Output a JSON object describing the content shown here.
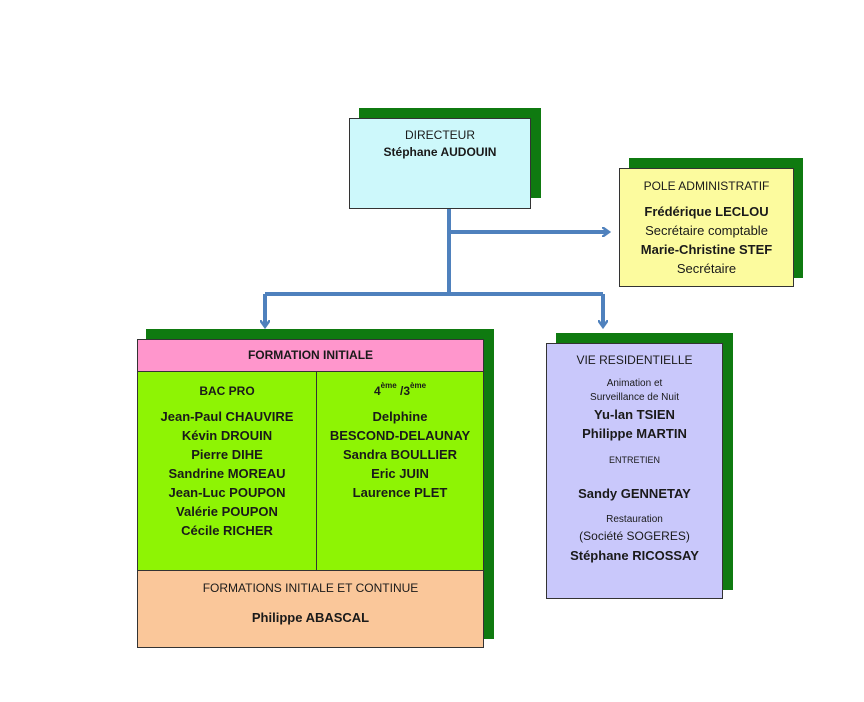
{
  "directeur": {
    "title": "DIRECTEUR",
    "name": "Stéphane AUDOUIN"
  },
  "pole_administratif": {
    "title": "POLE ADMINISTRATIF",
    "staff": [
      {
        "name": "Frédérique LECLOU",
        "role": "Secrétaire comptable"
      },
      {
        "name": "Marie-Christine STEF",
        "role": "Secrétaire"
      }
    ]
  },
  "formation_initiale": {
    "title": "FORMATION INITIALE",
    "bac_pro": {
      "title": "BAC PRO",
      "members": [
        "Jean-Paul CHAUVIRE",
        "Kévin DROUIN",
        "Pierre DIHE",
        "Sandrine MOREAU",
        "Jean-Luc POUPON",
        "Valérie POUPON",
        "Cécile RICHER"
      ]
    },
    "quatrieme_troisieme": {
      "title_a": "4",
      "sup_a": "ème",
      "title_b": " /3",
      "sup_b": "ème",
      "members": [
        "Delphine",
        "BESCOND-DELAUNAY",
        "Sandra BOULLIER",
        "Eric JUIN",
        "Laurence PLET"
      ]
    }
  },
  "formations_initiale_et_continue": {
    "title": "FORMATIONS INITIALE ET CONTINUE",
    "name": "Philippe ABASCAL"
  },
  "vie_residentielle": {
    "title": "VIE RESIDENTIELLE",
    "animation_line1": "Animation et",
    "animation_line2": "Surveillance de Nuit",
    "animation_members": [
      "Yu-lan TSIEN",
      "Philippe MARTIN"
    ],
    "entretien_title": "entretien",
    "entretien_member": "Sandy GENNETAY",
    "restauration_title": "Restauration",
    "restauration_company": "(Société SOGERES)",
    "restauration_member": "Stéphane RICOSSAY"
  },
  "colors": {
    "shadow": "#0f7a10",
    "connector": "#4f81bd",
    "directeur_fill": "#cdf8fb",
    "pole_fill": "#fcfb9e",
    "formation_header_fill": "#ff96cc",
    "formation_body_fill": "#8ef404",
    "continue_fill": "#fac79a",
    "vie_fill": "#c9c8fb"
  }
}
